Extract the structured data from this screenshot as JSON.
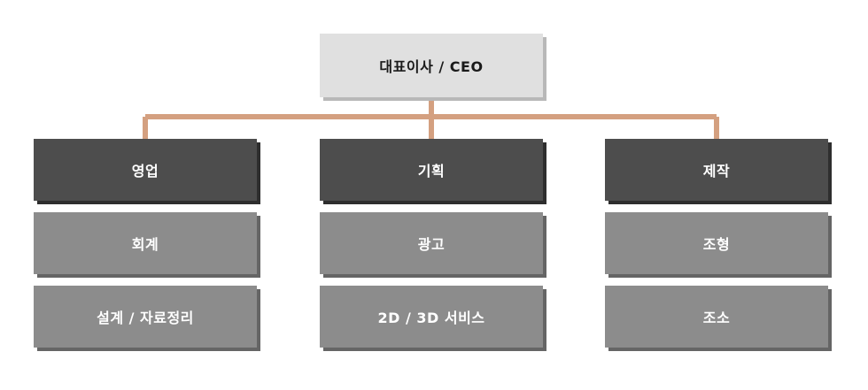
{
  "org_chart": {
    "ceo": {
      "label": "대표이사 / CEO"
    },
    "line_color": "#d4a080",
    "departments": [
      {
        "label": "영업",
        "teams": [
          "회계",
          "설계 / 자료정리"
        ]
      },
      {
        "label": "기획",
        "teams": [
          "광고",
          "2D / 3D 서비스"
        ]
      },
      {
        "label": "제작",
        "teams": [
          "조형",
          "조소"
        ]
      }
    ]
  }
}
